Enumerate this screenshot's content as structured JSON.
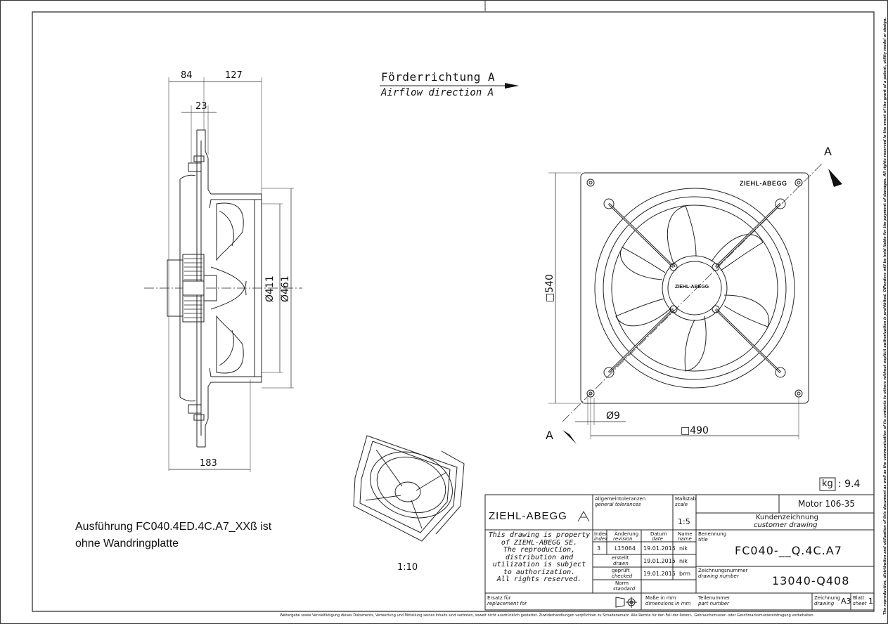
{
  "dims": {
    "d84": "84",
    "d127": "127",
    "d23": "23",
    "d183": "183",
    "d411": "Ø411",
    "d461": "Ø461",
    "d540": "□540",
    "d490": "□490",
    "d9": "Ø9",
    "mark_a": "A"
  },
  "airflow": {
    "de": "Förderrichtung A",
    "en": "Airflow direction A"
  },
  "brand": {
    "plate": "ZIEHL-ABEGG",
    "hub": "ZIEHL-ABEGG",
    "titleblock": "ZIEHL-ABEGG"
  },
  "variant_note": {
    "line1": "Ausführung FC040.4ED.4C.A7_XXß ist",
    "line2": "ohne Wandringplatte"
  },
  "iso_scale": "1:10",
  "weight": {
    "unit": "kg",
    "value": ": 9.4"
  },
  "titleblock": {
    "property_text": [
      "This drawing is property",
      "of ZIEHL-ABEGG SE.",
      "The reproduction,",
      "distribution and",
      "utilization is subject",
      "to authorization.",
      "All rights reserved."
    ],
    "tolerances_de": "Allgemeintoleranzen",
    "tolerances_en": "general tolerances",
    "scale_de": "Maßstab",
    "scale_en": "scale",
    "scale_value": "1:5",
    "motor": "Motor 106-35",
    "customer_de": "Kundenzeichnung",
    "customer_en": "customer drawing",
    "index_de": "Index",
    "index_en": "index",
    "change_de": "Änderung",
    "change_en": "revision",
    "date_de": "Datum",
    "date_en": "date",
    "name_de": "Name",
    "name_en": "name",
    "index_val": "3",
    "change_val": "L15064",
    "date_val": "19.01.2015",
    "name_val": "nik",
    "drawn_de": "erstellt",
    "drawn_en": "drawn",
    "drawn_date": "19.01.2015",
    "drawn_name": "nik",
    "checked_de": "geprüft",
    "checked_en": "checked",
    "checked_date": "19.01.2015",
    "checked_name": "brm",
    "norm_de": "Norm",
    "norm_en": "standard",
    "title_de": "Benennung",
    "title_en": "title",
    "title_value": "FC040-__Q.4C.A7",
    "drawing_no_de": "Zeichnungsnummer",
    "drawing_no_en": "drawing number",
    "drawing_no_value": "13040-Q408",
    "replacement_de": "Ersatz für",
    "replacement_en": "replacement for",
    "units_de": "Maße in mm",
    "units_en": "dimensions in mm",
    "part_de": "Teilenummer",
    "part_en": "part number",
    "drawing_de": "Zeichnung",
    "drawing_en": "drawing",
    "format": "A3",
    "sheet_de": "Blatt",
    "sheet_en": "sheet",
    "sheet_value": "1"
  },
  "footer": "Weitergabe sowie Vervielfältigung dieses Dokuments, Verwertung und Mitteilung seines Inhalts sind verboten, soweit nicht ausdrücklich gestattet. Zuwiderhandlungen verpflichten zu Schadenersatz.  Alle Rechte für den Fall der Patent-, Gebrauchsmuster- oder Geschmacksmustereintragung vorbehalten.",
  "side_note": "The reproduction, distribution and utilization of this document as well as the communication of its contents to others without explicit authorization is prohibited. Offenders will be held liable for the payment of damages. All rights reserved in the event of the grant of a patent, utility model or design."
}
